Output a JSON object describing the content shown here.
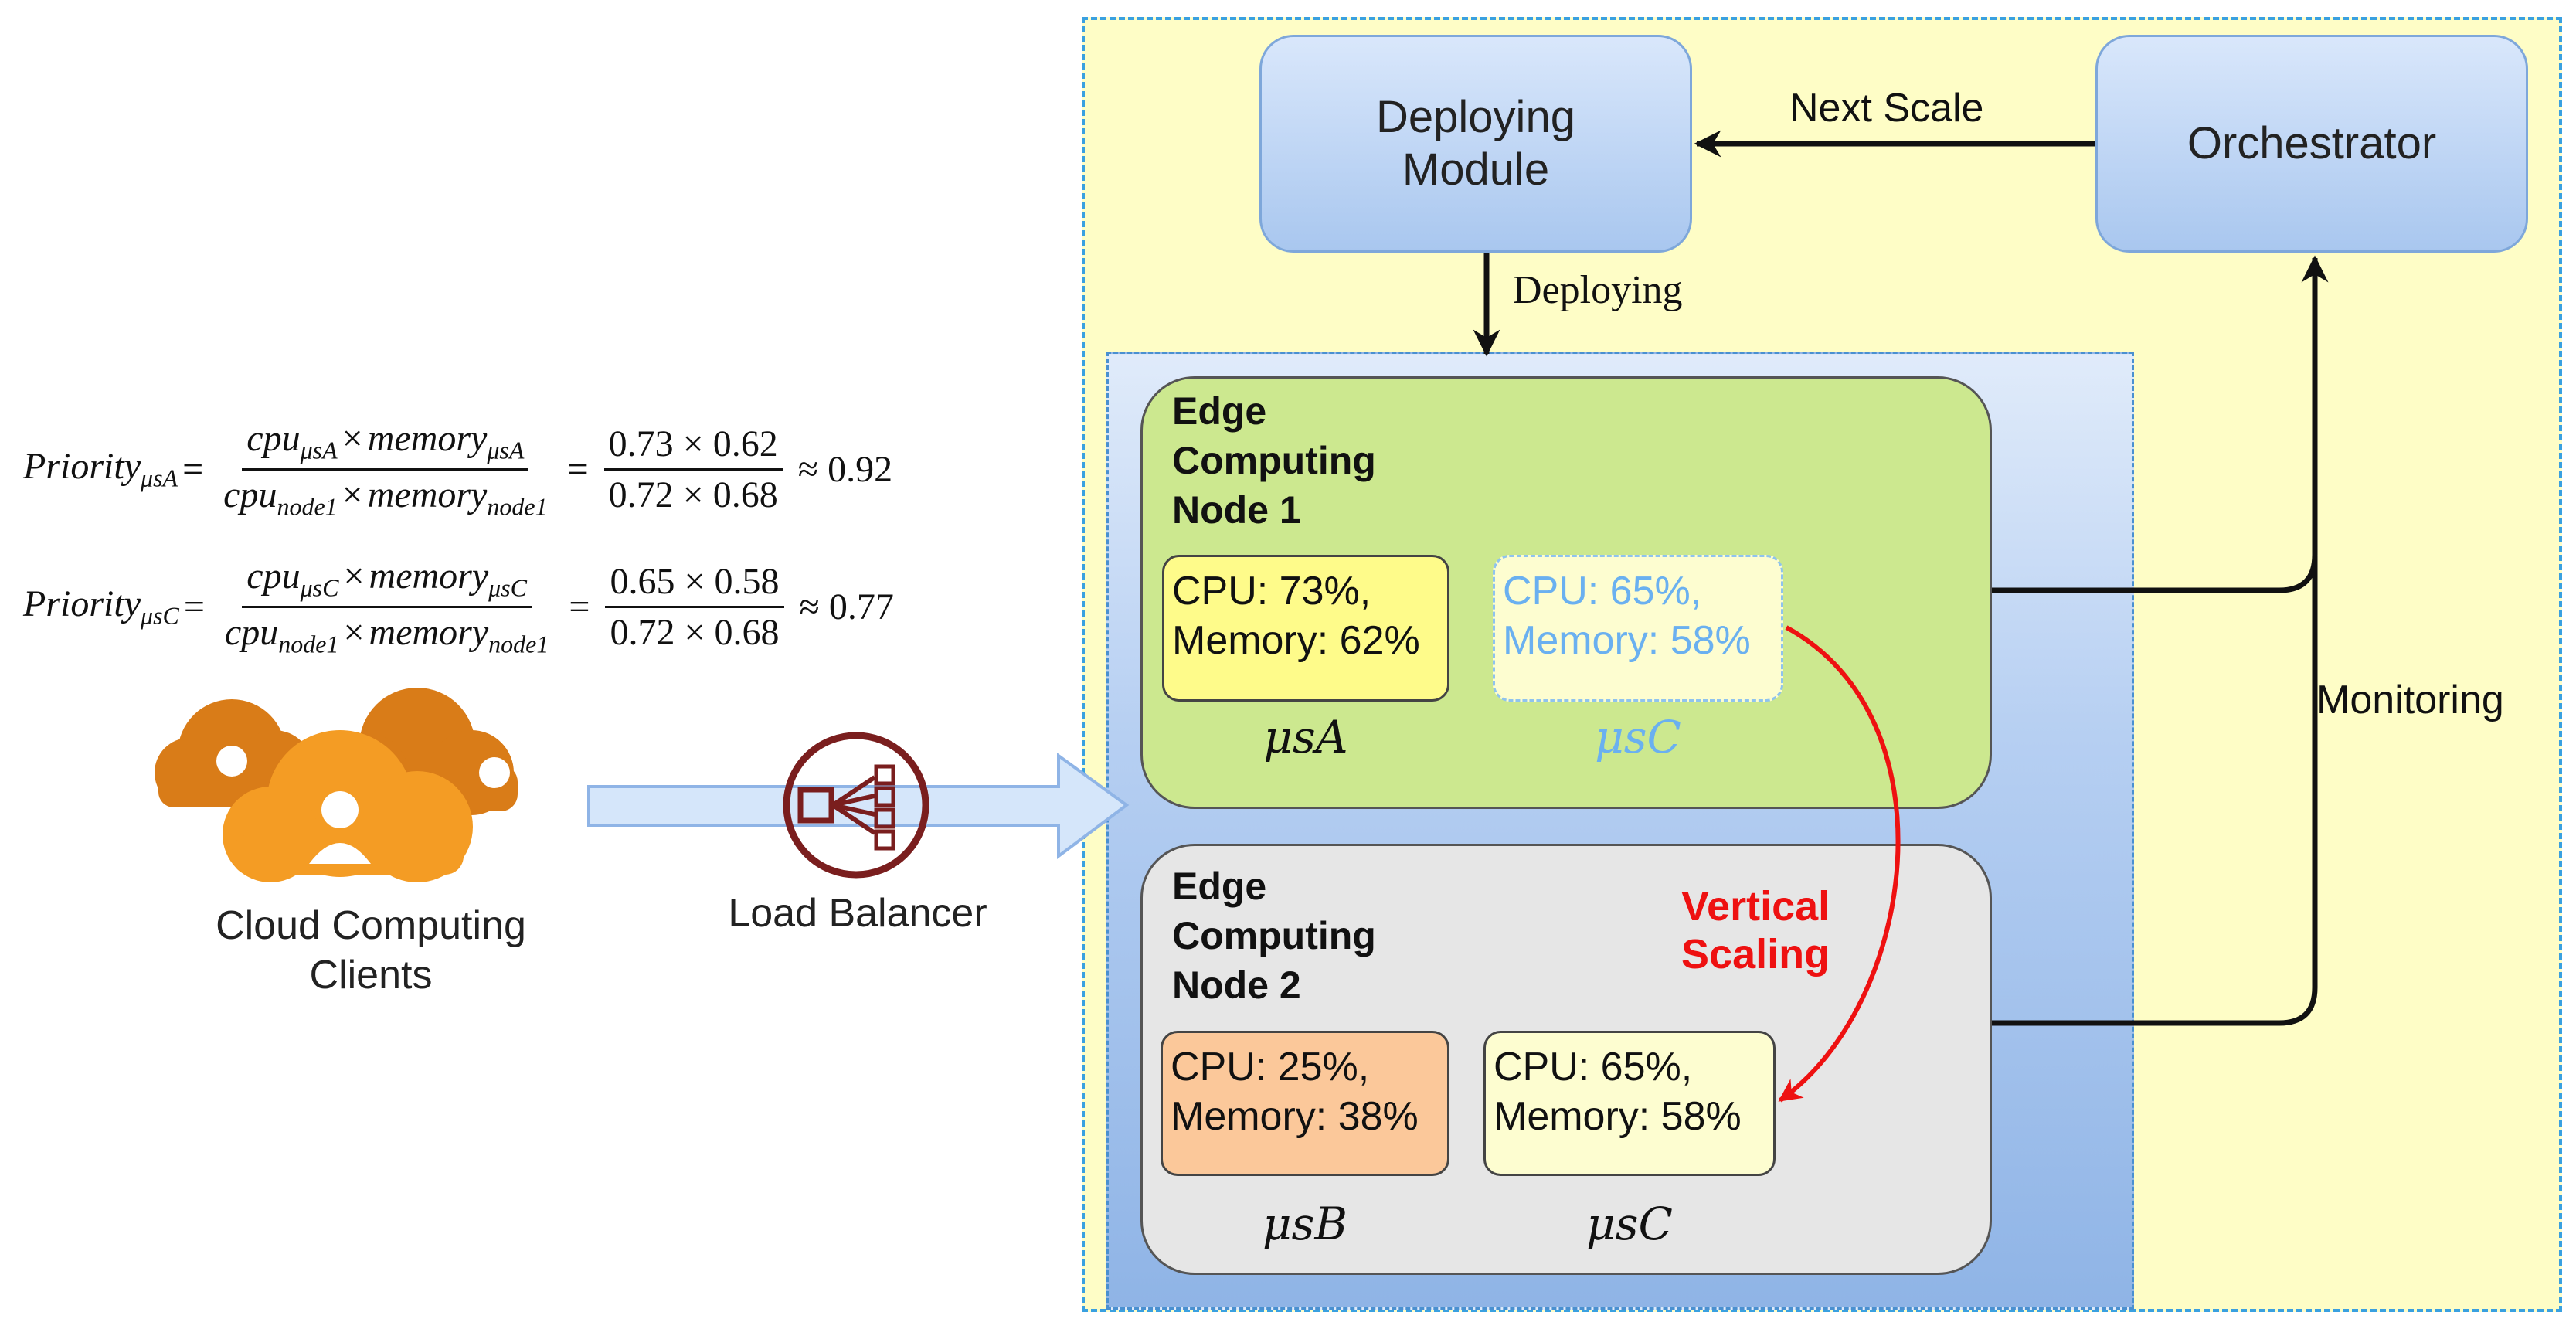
{
  "orchestrator": {
    "label": "Orchestrator"
  },
  "deploying_module": {
    "label_line1": "Deploying",
    "label_line2": "Module"
  },
  "edges": {
    "next_scale": "Next Scale",
    "deploying": "Deploying",
    "monitoring": "Monitoring",
    "vertical_scaling_line1": "Vertical",
    "vertical_scaling_line2": "Scaling"
  },
  "node1": {
    "title": [
      "Edge",
      "Computing",
      "Node 1"
    ],
    "services": [
      {
        "label": "μsA",
        "cpu": "CPU: 73%,",
        "memory": "Memory: 62%"
      },
      {
        "label": "μsC",
        "cpu": "CPU: 65%,",
        "memory": "Memory: 58%"
      }
    ]
  },
  "node2": {
    "title": [
      "Edge",
      "Computing",
      "Node 2"
    ],
    "services": [
      {
        "label": "μsB",
        "cpu": "CPU: 25%,",
        "memory": "Memory: 38%"
      },
      {
        "label": "μsC",
        "cpu": "CPU: 65%,",
        "memory": "Memory: 58%"
      }
    ]
  },
  "clients": {
    "line1": "Cloud Computing",
    "line2": "Clients"
  },
  "load_balancer": {
    "label": "Load Balancer"
  },
  "formulas": [
    {
      "lhs_base": "Priority",
      "lhs_sub": "μsA",
      "num_a": "cpu",
      "num_a_sub": "μsA",
      "num_b": "memory",
      "num_b_sub": "μsA",
      "den_a": "cpu",
      "den_a_sub": "node1",
      "den_b": "memory",
      "den_b_sub": "node1",
      "val_num": "0.73 × 0.62",
      "val_den": "0.72 × 0.68",
      "result": "≈ 0.92"
    },
    {
      "lhs_base": "Priority",
      "lhs_sub": "μsC",
      "num_a": "cpu",
      "num_a_sub": "μsC",
      "num_b": "memory",
      "num_b_sub": "μsC",
      "den_a": "cpu",
      "den_a_sub": "node1",
      "den_b": "memory",
      "den_b_sub": "node1",
      "val_num": "0.65 × 0.58",
      "val_den": "0.72 × 0.68",
      "result": "≈ 0.77"
    }
  ],
  "colors": {
    "outer_background": "#fefdc6",
    "node1_fill": "#cce88f",
    "node2_fill": "#e6e6e6",
    "msA_fill": "#fefb8a",
    "msB_fill": "#fbc89a",
    "msC_fill": "#fdfdd0",
    "msC_ghost_text": "#6ab0f0",
    "vertical_scaling": "#ee1111",
    "clients_icon": "#f0961e",
    "load_balancer_icon": "#7a1e1e"
  },
  "icons": {
    "clients": "cloud-users-icon",
    "load_balancer": "load-balancer-icon"
  }
}
